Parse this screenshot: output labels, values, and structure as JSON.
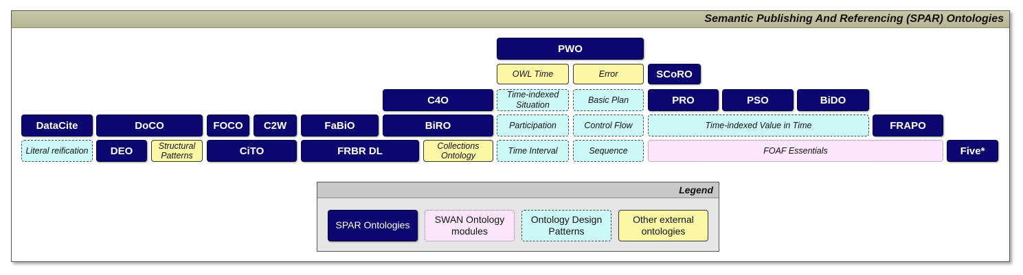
{
  "title": "Semantic Publishing And Referencing (SPAR) Ontologies",
  "nodes": {
    "pwo": "PWO",
    "owl_time": "OWL Time",
    "error": "Error",
    "scoro": "SCoRO",
    "c4o": "C4O",
    "time_indexed_situation": "Time-indexed Situation",
    "basic_plan": "Basic Plan",
    "pro": "PRO",
    "pso": "PSO",
    "bido": "BiDO",
    "datacite": "DataCite",
    "doco": "DoCO",
    "foco": "FOCO",
    "c2w": "C2W",
    "fabio": "FaBiO",
    "biro": "BiRO",
    "participation": "Participation",
    "control_flow": "Control Flow",
    "time_indexed_value": "Time-indexed Value in Time",
    "frapo": "FRAPO",
    "literal_reification": "Literal reification",
    "deo": "DEO",
    "structural_patterns": "Structural Patterns",
    "cito": "CiTO",
    "frbr_dl": "FRBR DL",
    "collections_ontology": "Collections Ontology",
    "time_interval": "Time Interval",
    "sequence": "Sequence",
    "foaf_essentials": "FOAF Essentials",
    "five_star": "Five*"
  },
  "legend": {
    "title": "Legend",
    "spar": "SPAR Ontologies",
    "swan": "SWAN Ontology modules",
    "odp": "Ontology Design Patterns",
    "other": "Other external ontologies"
  },
  "colors": {
    "spar": "#0c0670",
    "swan": "#fbe6fb",
    "odp": "#cdf8f8",
    "other": "#fcf7a5"
  }
}
